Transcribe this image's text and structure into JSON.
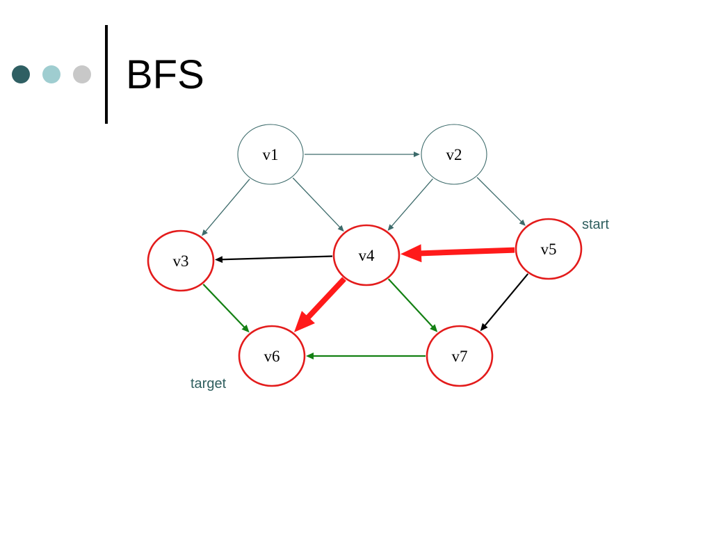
{
  "slide": {
    "title": "BFS",
    "bullet_dot_colors": [
      "#2f5f63",
      "#9fcdd0",
      "#c8c8c8"
    ]
  },
  "colors": {
    "node_default": "#3d6b6b",
    "node_highlight": "#e31b1b",
    "edge_default": "#3d6b6b",
    "edge_explored": "#000000",
    "edge_frontier": "#138013",
    "edge_path": "#ff1a1a",
    "annotation": "#2e5e5e"
  },
  "graph": {
    "nodes": [
      {
        "id": "v1",
        "label": "v1",
        "state": "default"
      },
      {
        "id": "v2",
        "label": "v2",
        "state": "default"
      },
      {
        "id": "v3",
        "label": "v3",
        "state": "visited"
      },
      {
        "id": "v4",
        "label": "v4",
        "state": "visited"
      },
      {
        "id": "v5",
        "label": "v5",
        "state": "visited"
      },
      {
        "id": "v6",
        "label": "v6",
        "state": "visited"
      },
      {
        "id": "v7",
        "label": "v7",
        "state": "visited"
      }
    ],
    "edges": [
      {
        "from": "v1",
        "to": "v2",
        "kind": "default"
      },
      {
        "from": "v1",
        "to": "v3",
        "kind": "default"
      },
      {
        "from": "v1",
        "to": "v4",
        "kind": "default"
      },
      {
        "from": "v2",
        "to": "v4",
        "kind": "default"
      },
      {
        "from": "v2",
        "to": "v5",
        "kind": "default"
      },
      {
        "from": "v4",
        "to": "v3",
        "kind": "explored"
      },
      {
        "from": "v5",
        "to": "v7",
        "kind": "explored"
      },
      {
        "from": "v3",
        "to": "v6",
        "kind": "frontier"
      },
      {
        "from": "v4",
        "to": "v7",
        "kind": "frontier"
      },
      {
        "from": "v7",
        "to": "v6",
        "kind": "frontier"
      },
      {
        "from": "v5",
        "to": "v4",
        "kind": "path"
      },
      {
        "from": "v4",
        "to": "v6",
        "kind": "path"
      }
    ],
    "annotations": {
      "start_label": "start",
      "target_label": "target"
    }
  }
}
